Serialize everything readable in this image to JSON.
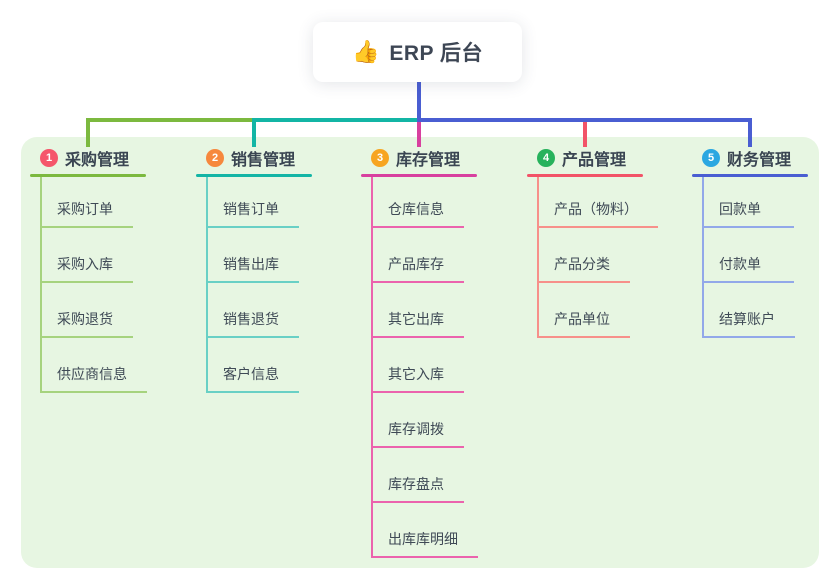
{
  "root": {
    "icon": "👍",
    "label": "ERP 后台"
  },
  "branches": [
    {
      "num": "1",
      "title": "采购管理",
      "badge_color": "#f5566b",
      "line_color": "#7cb93f",
      "child_line_color": "#a6d37e",
      "children": [
        "采购订单",
        "采购入库",
        "采购退货",
        "供应商信息"
      ]
    },
    {
      "num": "2",
      "title": "销售管理",
      "badge_color": "#f6883d",
      "line_color": "#13b5a5",
      "child_line_color": "#69d0c5",
      "children": [
        "销售订单",
        "销售出库",
        "销售退货",
        "客户信息"
      ]
    },
    {
      "num": "3",
      "title": "库存管理",
      "badge_color": "#f7a521",
      "line_color": "#d8409f",
      "child_line_color": "#eb63ad",
      "children": [
        "仓库信息",
        "产品库存",
        "其它出库",
        "其它入库",
        "库存调拨",
        "库存盘点",
        "出库库明细"
      ]
    },
    {
      "num": "4",
      "title": "产品管理",
      "badge_color": "#27b25c",
      "line_color": "#f25368",
      "child_line_color": "#f7908a",
      "children": [
        "产品（物料）",
        "产品分类",
        "产品单位"
      ]
    },
    {
      "num": "5",
      "title": "财务管理",
      "badge_color": "#2ba7e1",
      "line_color": "#4a5ed2",
      "child_line_color": "#92a8e9",
      "children": [
        "回款单",
        "付款单",
        "结算账户"
      ]
    }
  ],
  "colors": {
    "panel_bg": "#e7f6e2",
    "root_connector": "#4a5ed2",
    "title_text": "#3a4552",
    "child_text": "#3f4a56"
  }
}
